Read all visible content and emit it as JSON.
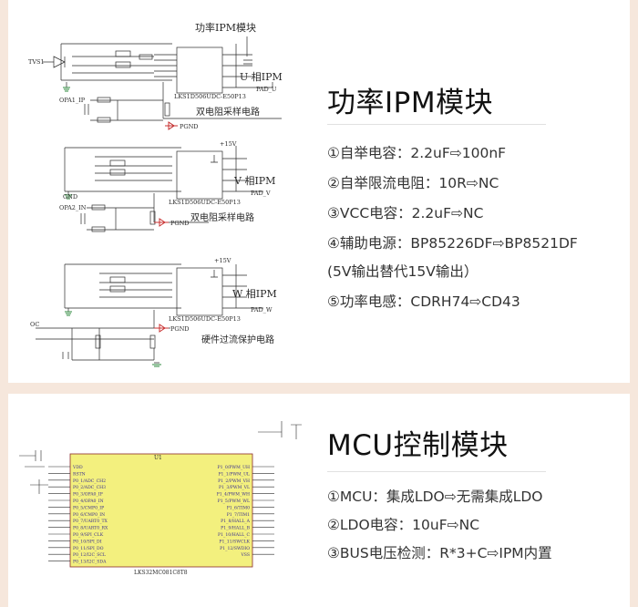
{
  "ipm": {
    "title": "功率IPM模块",
    "items": [
      "①自举电容：2.2uF⇨100nF",
      "②自举限流电阻：10R⇨NC",
      "③VCC电容：2.2uF⇨NC",
      "④辅助电源：BP85226DF⇨BP8521DF",
      "(5V输出替代15V输出）",
      "⑤功率电感：CDRH74⇨CD43"
    ],
    "schematic": {
      "title": "功率IPM模块",
      "u_phase": "U 相IPM",
      "v_phase": "V 相IPM",
      "w_phase": "W 相IPM",
      "sense_caption_1": "双电阻采样电路",
      "sense_caption_2": "双电阻采样电路",
      "ocp_caption": "硬件过流保护电路",
      "u_chip": "LKS1D506UDC-E50P13",
      "v_chip": "LKS1D506UDC-E50P13",
      "w_chip": "LKS1D506UDC-E50P13",
      "u_pad": "PAD_U",
      "v_pad": "PAD_V",
      "w_pad": "PAD_W",
      "pgnd": "PGND",
      "gnd": "GND",
      "v15": "+15V",
      "tvs": "TVS1",
      "opa1": "OPA1_IP",
      "opa2": "OPA2_IN",
      "oc": "OC"
    }
  },
  "mcu": {
    "title": "MCU控制模块",
    "items": [
      "①MCU：集成LDO⇨无需集成LDO",
      "②LDO电容：10uF⇨NC",
      "③BUS电压检测：R*3+C⇨IPM内置"
    ],
    "schematic": {
      "chip": "U1",
      "part": "LKS32MC081C8T8",
      "pins_left": [
        "VDD",
        "RSTN",
        "P0_1/ADC_CH2",
        "P0_2/ADC_CH3",
        "P0_3/OPA0_IP",
        "P0_4/OPA0_IN",
        "P0_5/CMP0_IP",
        "P0_6/CMP0_IN",
        "P0_7/UART0_TX",
        "P0_8/UART0_RX",
        "P0_9/SPI_CLK",
        "P0_10/SPI_DI",
        "P0_11/SPI_DO",
        "P0_12/I2C_SCL",
        "P0_13/I2C_SDA"
      ],
      "pins_right": [
        "P1_0/PWM_UH",
        "P1_1/PWM_UL",
        "P1_2/PWM_VH",
        "P1_3/PWM_VL",
        "P1_4/PWM_WH",
        "P1_5/PWM_WL",
        "P1_6/TIM0",
        "P1_7/TIM1",
        "P1_8/HALL_A",
        "P1_9/HALL_B",
        "P1_10/HALL_C",
        "P1_11/SWCLK",
        "P1_12/SWDIO",
        "VSS"
      ]
    }
  }
}
